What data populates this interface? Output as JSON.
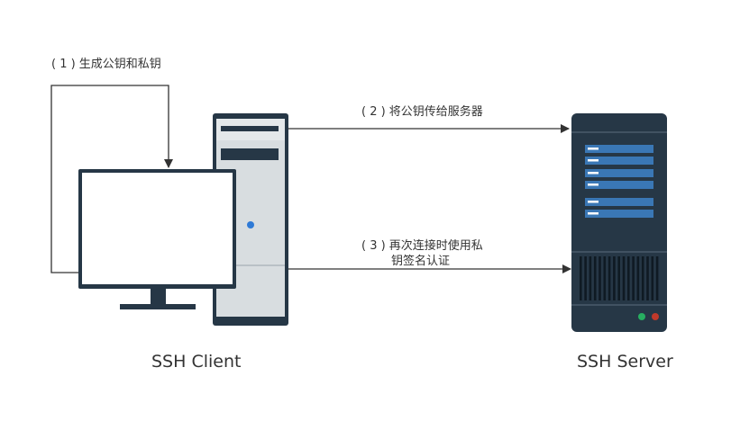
{
  "colors": {
    "dark": "#263746",
    "line": "#333333",
    "tower_body": "#d8dde0",
    "accent_blue": "#2f7ad6",
    "server_blue": "#3a77b5",
    "led_green": "#27ae60",
    "led_red": "#c0392b"
  },
  "steps": {
    "step1": "( 1 ) 生成公钥和私钥",
    "step2": "( 2 ) 将公钥传给服务器",
    "step3_line1": "( 3 ) 再次连接时使用私",
    "step3_line2": "钥签名认证"
  },
  "nodes": {
    "client": "SSH Client",
    "server": "SSH Server"
  },
  "icons": {
    "monitor": "monitor-icon",
    "tower": "pc-tower-icon",
    "server": "server-rack-icon"
  }
}
